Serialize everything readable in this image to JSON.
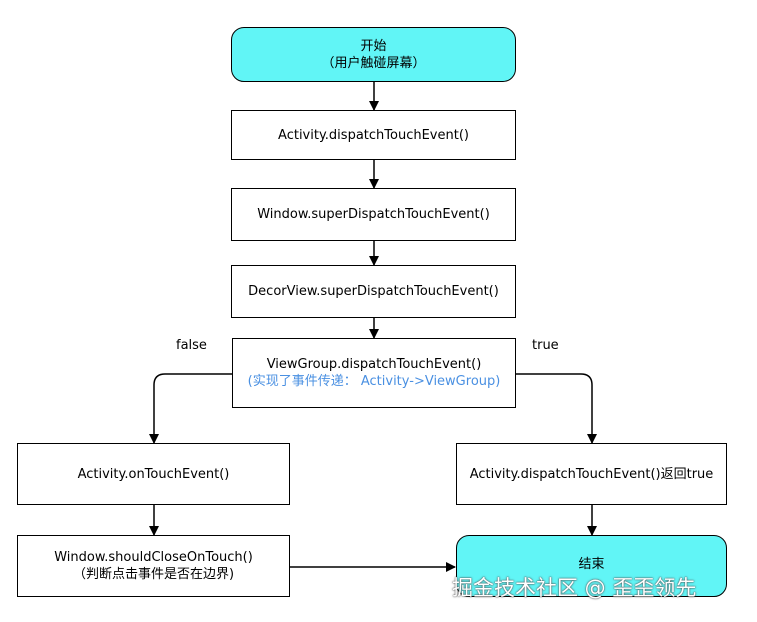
{
  "nodes": {
    "start": {
      "line1": "开始",
      "line2": "（用户触碰屏幕）"
    },
    "activity_dispatch": {
      "label": "Activity.dispatchTouchEvent()"
    },
    "window_super": {
      "label": "Window.superDispatchTouchEvent()"
    },
    "decorview_super": {
      "label": "DecorView.superDispatchTouchEvent()"
    },
    "viewgroup_dispatch": {
      "label": "ViewGroup.dispatchTouchEvent()",
      "note": "(实现了事件传递： Activity->ViewGroup)"
    },
    "activity_ontouch": {
      "label": "Activity.onTouchEvent()"
    },
    "activity_dispatch_true": {
      "label": "Activity.dispatchTouchEvent()返回true"
    },
    "window_shouldclose": {
      "label": "Window.shouldCloseOnTouch()",
      "note": "（判断点击事件是否在边界)"
    },
    "end": {
      "label": "结束"
    }
  },
  "edge_labels": {
    "false": "false",
    "true": "true"
  },
  "watermark": "掘金技术社区 @ 歪歪领先",
  "colors": {
    "terminal_fill": "#61f5f6",
    "note_text": "#4a90e2",
    "stroke": "#000000"
  }
}
